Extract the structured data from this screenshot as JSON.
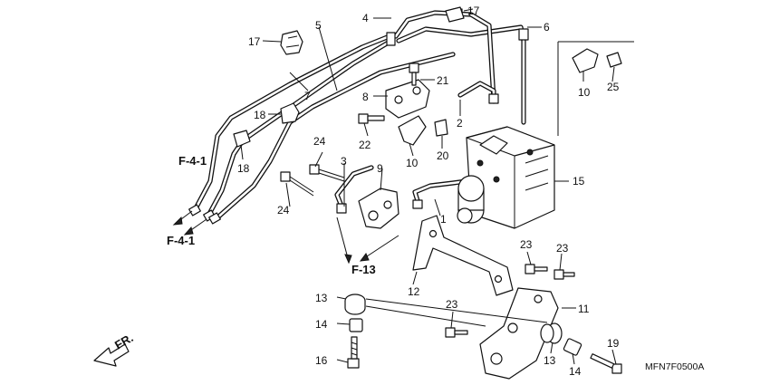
{
  "diagram_code": "MFN7F0500A",
  "front_label": "FR.",
  "callouts": [
    {
      "id": "lbl-1",
      "text": "1"
    },
    {
      "id": "lbl-2",
      "text": "2"
    },
    {
      "id": "lbl-3",
      "text": "3"
    },
    {
      "id": "lbl-4",
      "text": "4"
    },
    {
      "id": "lbl-5",
      "text": "5"
    },
    {
      "id": "lbl-6",
      "text": "6"
    },
    {
      "id": "lbl-7",
      "text": "7"
    },
    {
      "id": "lbl-8",
      "text": "8"
    },
    {
      "id": "lbl-9",
      "text": "9"
    },
    {
      "id": "lbl-10a",
      "text": "10"
    },
    {
      "id": "lbl-10b",
      "text": "10"
    },
    {
      "id": "lbl-11",
      "text": "11"
    },
    {
      "id": "lbl-12",
      "text": "12"
    },
    {
      "id": "lbl-13a",
      "text": "13"
    },
    {
      "id": "lbl-13b",
      "text": "13"
    },
    {
      "id": "lbl-14a",
      "text": "14"
    },
    {
      "id": "lbl-14b",
      "text": "14"
    },
    {
      "id": "lbl-15",
      "text": "15"
    },
    {
      "id": "lbl-16",
      "text": "16"
    },
    {
      "id": "lbl-17a",
      "text": "17"
    },
    {
      "id": "lbl-17b",
      "text": "17"
    },
    {
      "id": "lbl-18a",
      "text": "18"
    },
    {
      "id": "lbl-18b",
      "text": "18"
    },
    {
      "id": "lbl-19",
      "text": "19"
    },
    {
      "id": "lbl-20",
      "text": "20"
    },
    {
      "id": "lbl-21",
      "text": "21"
    },
    {
      "id": "lbl-22",
      "text": "22"
    },
    {
      "id": "lbl-23a",
      "text": "23"
    },
    {
      "id": "lbl-23b",
      "text": "23"
    },
    {
      "id": "lbl-23c",
      "text": "23"
    },
    {
      "id": "lbl-24a",
      "text": "24"
    },
    {
      "id": "lbl-24b",
      "text": "24"
    },
    {
      "id": "lbl-25",
      "text": "25"
    }
  ],
  "references": [
    {
      "id": "ref-f41-a",
      "text": "F-4-1"
    },
    {
      "id": "ref-f41-b",
      "text": "F-4-1"
    },
    {
      "id": "ref-f13",
      "text": "F-13"
    }
  ]
}
